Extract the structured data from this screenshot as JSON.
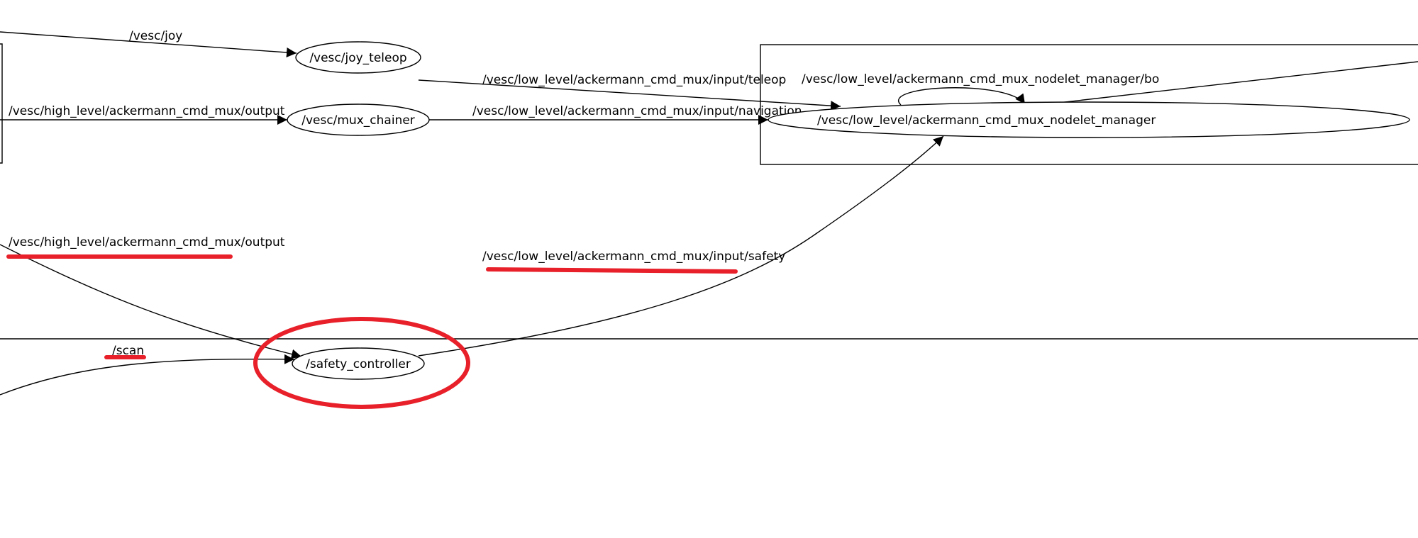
{
  "graph": {
    "nodes": {
      "joy_teleop": "/vesc/joy_teleop",
      "mux_chainer": "/vesc/mux_chainer",
      "nodelet_manager": "/vesc/low_level/ackermann_cmd_mux_nodelet_manager",
      "safety_controller": "/safety_controller"
    },
    "topics": {
      "joy": "/vesc/joy",
      "high_output_top": "/vesc/high_level/ackermann_cmd_mux/output",
      "input_teleop": "/vesc/low_level/ackermann_cmd_mux/input/teleop",
      "input_navigation": "/vesc/low_level/ackermann_cmd_mux/input/navigation",
      "nodelet_bond": "/vesc/low_level/ackermann_cmd_mux_nodelet_manager/bo",
      "high_output_bottom": "/vesc/high_level/ackermann_cmd_mux/output",
      "input_safety": "/vesc/low_level/ackermann_cmd_mux/input/safety",
      "scan": "/scan"
    },
    "annotation_color": "#e8202a"
  }
}
